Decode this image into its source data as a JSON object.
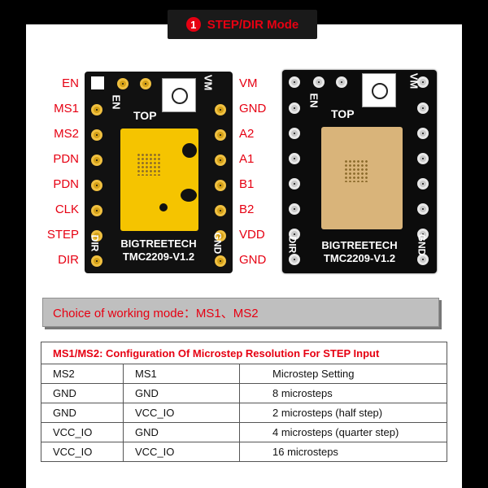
{
  "header": {
    "number": "1",
    "title": "STEP/DIR Mode"
  },
  "pins": {
    "left": [
      "EN",
      "MS1",
      "MS2",
      "PDN",
      "PDN",
      "CLK",
      "STEP",
      "DIR"
    ],
    "right": [
      "VM",
      "GND",
      "A2",
      "A1",
      "B1",
      "B2",
      "VDD",
      "GND"
    ]
  },
  "board": {
    "top_label": "TOP",
    "brand": "BIGTREETECH",
    "model": "TMC2209-V1.2",
    "en_label": "EN",
    "vm_label": "VM",
    "dir_label": "DIR",
    "gnd_label": "GND"
  },
  "choice": {
    "text": "Choice of working mode：MS1、MS2"
  },
  "table": {
    "caption": "MS1/MS2: Configuration Of Microstep Resolution For STEP Input",
    "headers": [
      "MS2",
      "MS1",
      "Microstep Setting"
    ],
    "rows": [
      [
        "GND",
        "GND",
        "8 microsteps"
      ],
      [
        "GND",
        "VCC_IO",
        "2 microsteps (half step)"
      ],
      [
        "VCC_IO",
        "GND",
        "4 microsteps (quarter step)"
      ],
      [
        "VCC_IO",
        "VCC_IO",
        "16 microsteps"
      ]
    ]
  },
  "colors": {
    "accent": "#e60012",
    "chip": "#f5c400",
    "board": "#111111"
  }
}
